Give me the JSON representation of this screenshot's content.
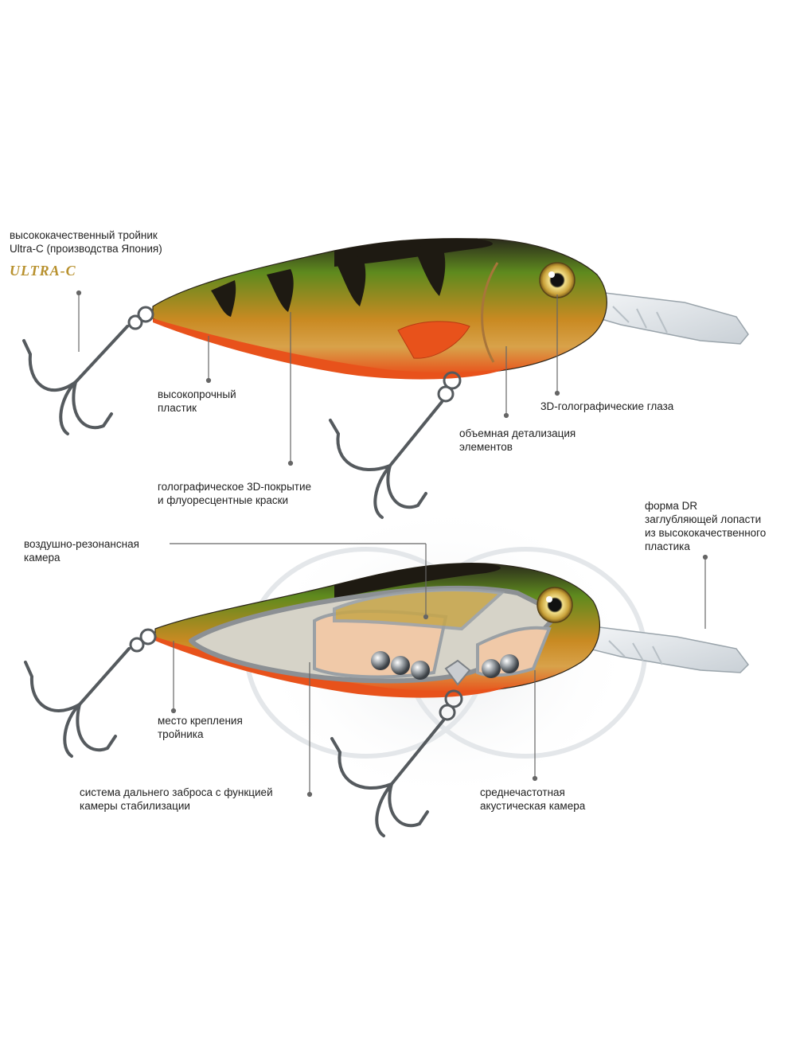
{
  "logo": {
    "text": "ULTRA-C",
    "color": "#b8912e"
  },
  "colors": {
    "body_green": "#5e8a1e",
    "body_gold": "#c98a22",
    "belly_orange": "#e8521b",
    "stripe_dark": "#1e1a12",
    "hook_metal": "#555a5e",
    "leader_line": "#666666"
  },
  "labels": {
    "hook": [
      "высококачественный тройник",
      "Ultra-C (производства Япония)"
    ],
    "plastic": [
      "высокопрочный",
      "пластик"
    ],
    "eyes": [
      "3D-голографические глаза"
    ],
    "details": [
      "объемная детализация",
      "элементов"
    ],
    "coating": [
      "голографическое 3D-покрытие",
      "и флуоресцентные краски"
    ],
    "air_chamber": [
      "воздушно-резонансная",
      "камера"
    ],
    "lip": [
      "форма DR",
      "заглубляющей лопасти",
      "из высококачественного",
      "пластика"
    ],
    "hook_mount": [
      "место крепления",
      "тройника"
    ],
    "cast_system": [
      "система дальнего заброса с функцией",
      "камеры стабилизации"
    ],
    "acoustic": [
      "среднечастотная",
      "акустическая камера"
    ]
  }
}
